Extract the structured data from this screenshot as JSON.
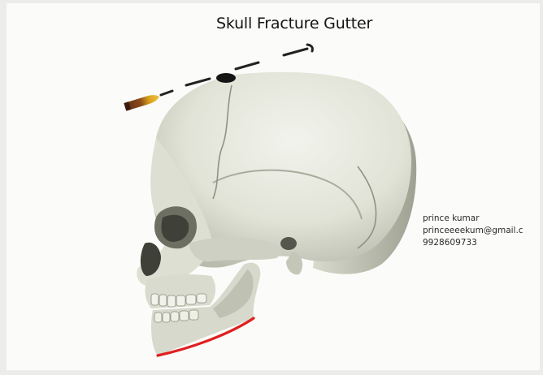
{
  "title": "Skull Fracture  Gutter",
  "author": {
    "name": "prince kumar",
    "email": "princeeeekum@gmail.c",
    "phone": "9928609733"
  },
  "illustration": {
    "subject": "skull-lateral-view",
    "colors": {
      "bone": "#e3e5da",
      "bone_shadow": "#a8ab9c",
      "bullet_tip": "#d9a21c",
      "bullet_base": "#5a2a14",
      "gutter_hole": "#151515",
      "jaw_highlight": "#e01f1f"
    }
  }
}
